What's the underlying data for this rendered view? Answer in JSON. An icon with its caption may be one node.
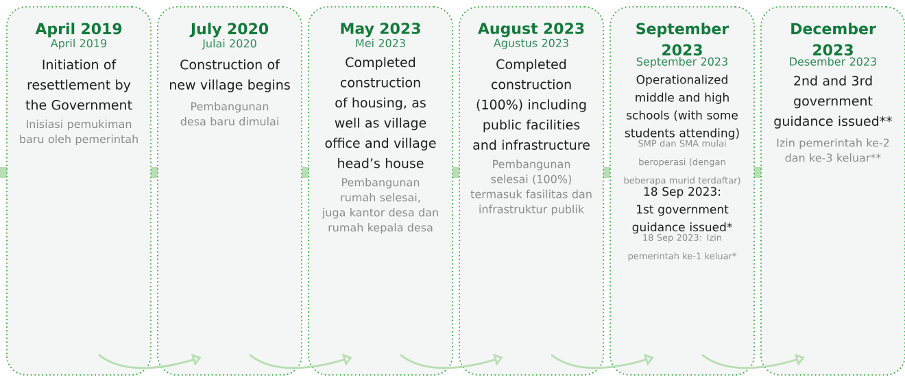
{
  "diagram": {
    "nodes": [
      {
        "text": [
          "April 2019",
          "April 2019",
          "Initiation of resettlement by the Government",
          "Inisiasi pemukiman baru oleh pemerintah"
        ]
      },
      {
        "text": [
          "July 2020",
          "Julai 2020",
          "Construction of new village begins",
          "Pembangunan desa baru dimulai"
        ]
      },
      {
        "text": [
          "May 2023",
          "Mei 2023",
          "Completed construction of housing, as well as village office and village head’s house",
          "Pembangunan rumah selesai, juga kantor desa dan rumah kepala desa"
        ]
      },
      {
        "text": [
          "August 2023",
          "Agustus 2023",
          "Completed construction (100%) including public facilities and infrastructure",
          "Pembangunan selesai (100%) termasuk fasilitas dan infrastruktur publik"
        ]
      },
      {
        "text": [
          "September 2023",
          "September 2023",
          "Operationalized middle and high schools (with some students attending)",
          "SMP dan SMA mulai beroperasi (dengan beberapa murid terdaftar)",
          "18 Sep 2023: 1st government guidance issued*",
          "18 Sep 2023: Izin pemerintah ke-1 keluar*"
        ]
      },
      {
        "text": [
          "December 2023",
          "Desember 2023",
          "2nd and 3rd government guidance issued**",
          "Izin pemerintah ke-2 dan ke-3 keluar**"
        ]
      }
    ],
    "edges": [
      {
        "from": 0,
        "to": 1,
        "arrow": "to"
      },
      {
        "from": 1,
        "to": 2,
        "arrow": "to"
      },
      {
        "from": 2,
        "to": 3,
        "arrow": "to"
      },
      {
        "from": 3,
        "to": 4,
        "arrow": "to"
      },
      {
        "from": 4,
        "to": 5,
        "arrow": "to"
      }
    ]
  }
}
